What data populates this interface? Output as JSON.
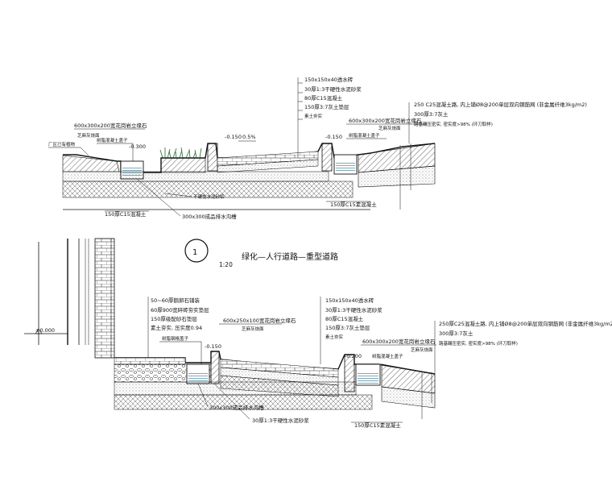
{
  "title": {
    "number": "1",
    "name": "绿化—人行道路—重型道路",
    "scale": "1:20"
  },
  "section_top": {
    "labels_left": {
      "curb_stone": "600x300x200宽花岗岩立缘石",
      "lawn": "芝麻灰烧面",
      "vegetation": "厂区已有植物",
      "drain_cover": "树脂混凝土盖子",
      "level": "-0.300",
      "joint": "干硬性水泥砂浆",
      "base_concrete": "150厚C15混凝土",
      "trench": "300x300成品排水沟槽"
    },
    "labels_mid": {
      "paver": "150x150x40透水砖",
      "mortar": "30厚1:3干硬性水泥砂浆",
      "concrete": "80厚C15混凝土",
      "lime_soil": "150厚3:7灰土垫层",
      "compact": "素土夯实",
      "level_a": "-0.150",
      "slope": "0.5%"
    },
    "labels_right": {
      "curb_stone": "600x300x200宽花岗岩立缘石",
      "finish": "芝麻灰烧面",
      "drain_cover": "树脂混凝土盖子",
      "level": "-0.150",
      "base_concrete": "150厚C15素混凝土",
      "road_top": "250  C25混凝土路, 内上铺Ø8@200单层双向钢筋网 (非金属纤维3kg/m2)",
      "road_base": "300厚3:7灰土",
      "road_compact": "路基碾压密实, 密实度>98% (环刀取样)"
    }
  },
  "section_bottom": {
    "datum": "±0.000",
    "labels_left": {
      "gravel": "50~60厚鹅卵石铺装",
      "pebble": "60厚900宽碎砖夯实垫层",
      "base": "150厚级配砂石垫层",
      "compact": "素土夯实, 压实度0.94",
      "cover": "树脂钢格盖子",
      "curb": "600x250x100宽花岗岩立缘石",
      "finish": "芝麻灰烧面",
      "level": "-0.150",
      "trench": "300x300成品排水沟槽",
      "mortar": "30厚1:3干硬性水泥砂浆"
    },
    "labels_mid": {
      "paver": "150x150x40透水砖",
      "mortar": "30厚1:3干硬性水泥砂浆",
      "concrete": "80厚C15混凝土",
      "lime_soil": "150厚3:7灰土垫层",
      "compact": "素土夯实",
      "curb": "600x300x200宽花岗岩立缘石",
      "finish": "芝麻灰烧面",
      "cover": "树脂混凝土盖子",
      "level": "-0.200",
      "base_concrete": "150厚C15素混凝土"
    },
    "labels_right": {
      "road_top": "250厚C25混凝土路, 内上铺Ø8@200单层双向钢筋网 (非金属纤维3kg/m2",
      "road_base": "300厚3:7灰土",
      "road_compact": "路基碾压密实, 密实度>98% (环刀取样)"
    }
  }
}
